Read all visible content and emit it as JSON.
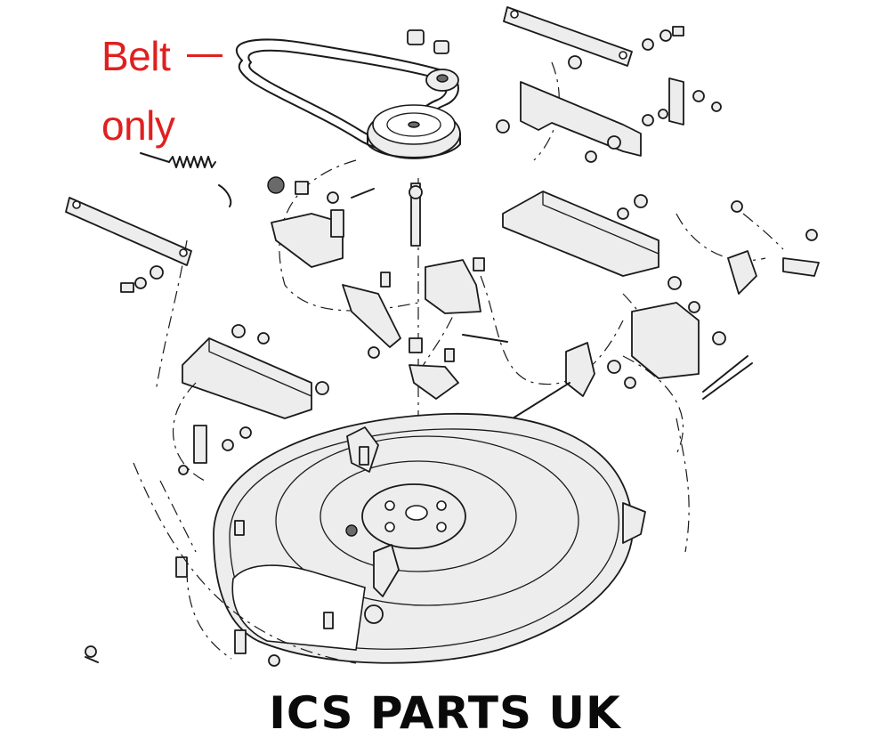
{
  "annotation": {
    "line1": "Belt",
    "line2": "only",
    "color": "#e02020"
  },
  "footer": {
    "brand": "ICS PARTS UK"
  }
}
